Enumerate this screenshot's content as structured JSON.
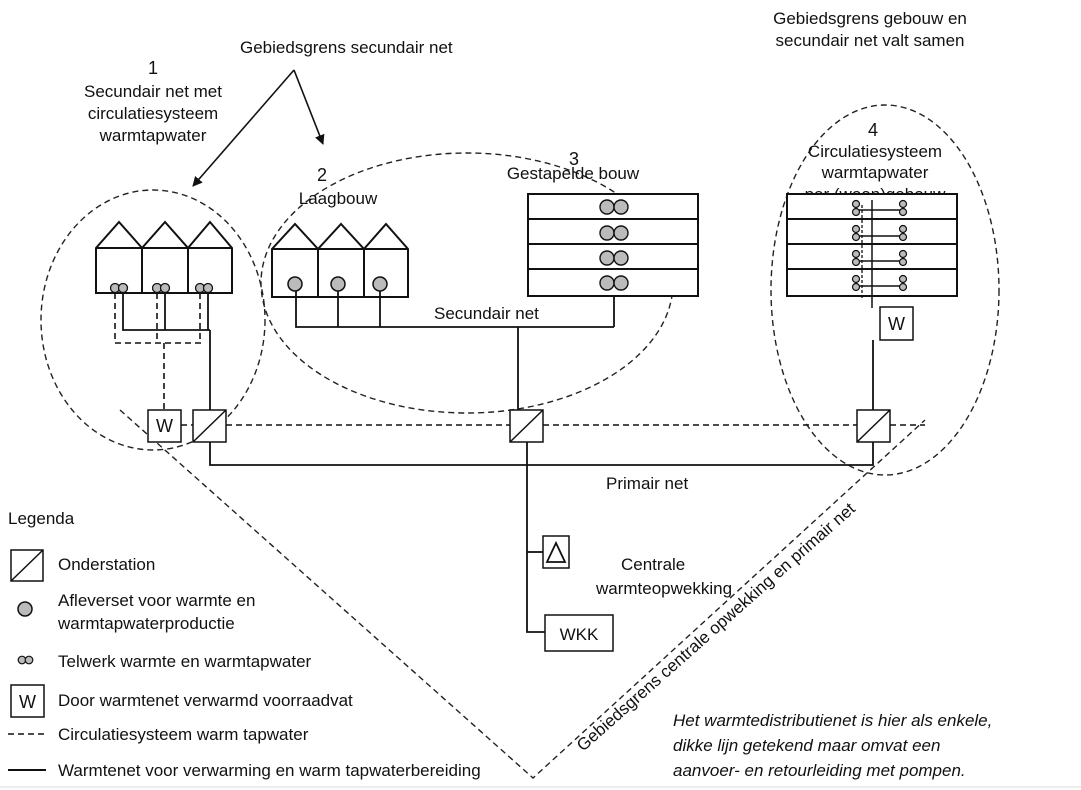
{
  "labels": {
    "area_secondary": "Gebiedsgrens secundair net",
    "area_building_line1": "Gebiedsgrens gebouw en",
    "area_building_line2": "secundair net valt samen",
    "zone1_num": "1",
    "zone1_line1": "Secundair net met",
    "zone1_line2": "circulatiesysteem",
    "zone1_line3": "warmtapwater",
    "zone2_num": "2",
    "zone2_line1": "Laagbouw",
    "zone3_num": "3",
    "zone3_line1": "Gestapelde bouw",
    "zone4_num": "4",
    "zone4_line1": "Circulatiesysteem",
    "zone4_line2": "warmtapwater",
    "zone4_line3": "per (woon)gebouw",
    "secondary_net": "Secundair net",
    "primary_net": "Primair net",
    "central_line1": "Centrale",
    "central_line2": "warmteopwekking",
    "wkk": "WKK",
    "w_letter": "W",
    "boundary_central": "Gebiedsgrens centrale opwekking en primair net"
  },
  "legend": {
    "title": "Legenda",
    "onderstation": "Onderstation",
    "afleverset_line1": "Afleverset voor warmte en",
    "afleverset_line2": "warmtapwaterproductie",
    "telwerk": "Telwerk warmte en warmtapwater",
    "voorraadvat": "Door warmtenet verwarmd voorraadvat",
    "circulatie": "Circulatiesysteem warm tapwater",
    "warmtenet": "Warmtenet voor verwarming en warm tapwaterbereiding"
  },
  "note": {
    "line1": "Het warmtedistributienet is hier als enkele,",
    "line2": "dikke lijn getekend maar omvat een",
    "line3": "aanvoer- en retourleiding met pompen."
  }
}
